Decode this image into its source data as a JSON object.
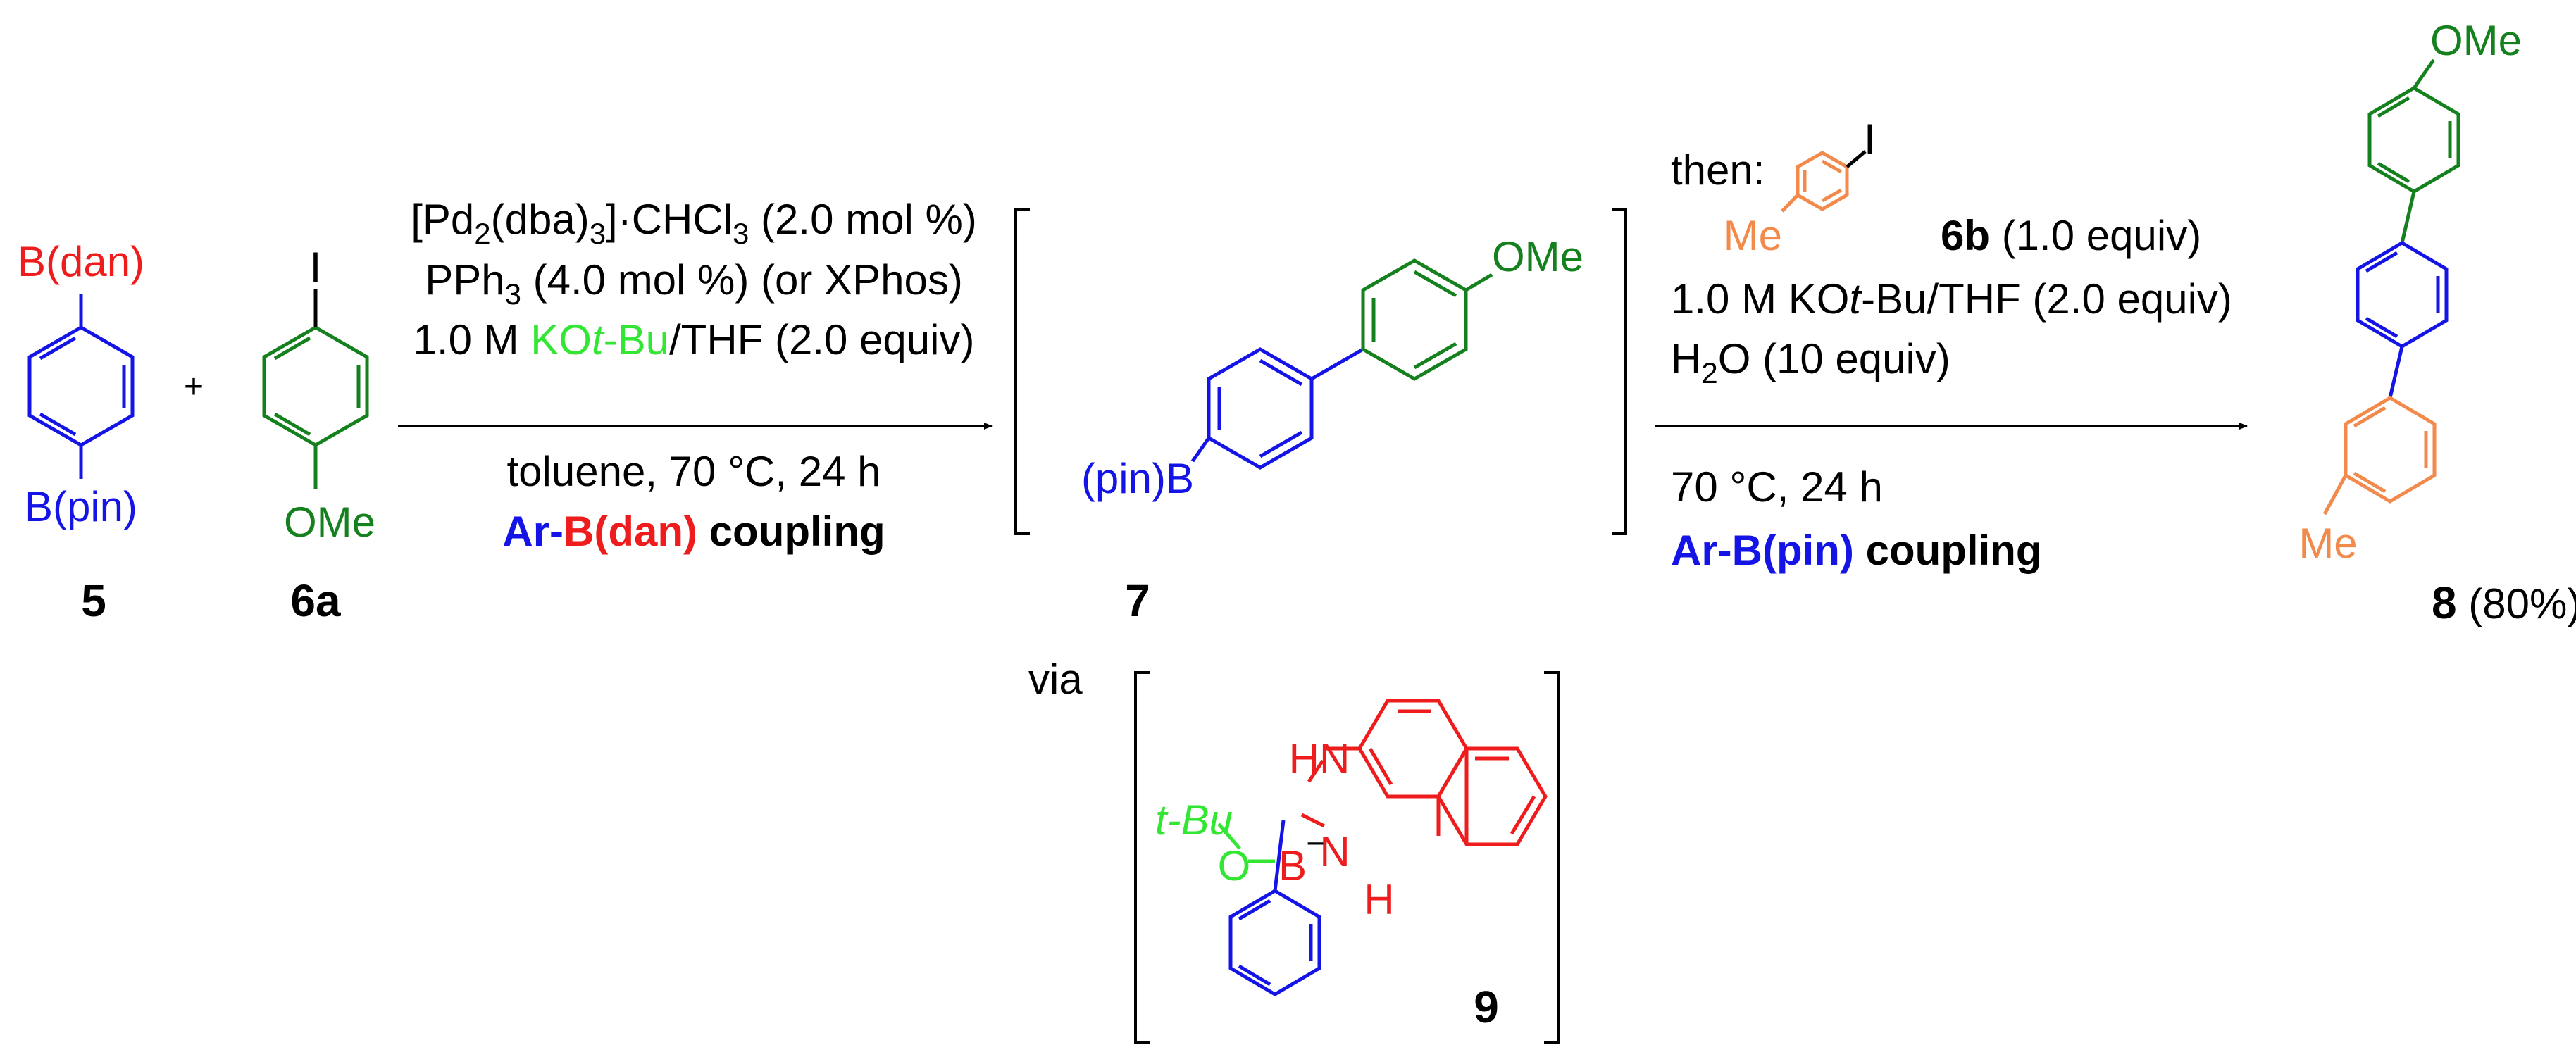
{
  "colors": {
    "red": "#ee1c1c",
    "blue": "#1414e6",
    "green": "#15801e",
    "lime": "#33e633",
    "orange": "#f28a4b",
    "black": "#000000"
  },
  "cmp5": {
    "top_group": "B(dan)",
    "bottom_group": "B(pin)",
    "label": "5"
  },
  "plus": "+",
  "cmp6a": {
    "top_group": "I",
    "bottom_group": "OMe",
    "label": "6a"
  },
  "cond1": {
    "line1_a": "[Pd",
    "line1_sub1": "2",
    "line1_b": "(dba)",
    "line1_sub2": "3",
    "line1_c": "]·CHCl",
    "line1_sub3": "3",
    "line1_d": " (2.0 mol %)",
    "line2_a": "PPh",
    "line2_sub": "3",
    "line2_b": " (4.0 mol %) (or XPhos)",
    "line3_a": "1.0 M ",
    "line3_b": "KO",
    "line3_c": "t",
    "line3_d": "-Bu",
    "line3_e": "/THF (2.0 equiv)",
    "line4": "toluene, 70 °C, 24 h",
    "line5_a": "Ar-",
    "line5_b": "B(dan)",
    "line5_c": " coupling"
  },
  "cmp7": {
    "left_group": "(pin)B",
    "right_group": "OMe",
    "label": "7"
  },
  "cond2": {
    "then": "then:",
    "iodo": "I",
    "me": "Me",
    "reagent_label": "6b",
    "reagent_amount": " (1.0 equiv)",
    "line2_a": "1.0 M KO",
    "line2_b": "t",
    "line2_c": "-Bu/THF (2.0 equiv)",
    "line3_a": "H",
    "line3_sub": "2",
    "line3_b": "O (10 equiv)",
    "line4": "70 °C, 24 h",
    "line5_a": "Ar-",
    "line5_b": "B(pin)",
    "line5_c": " coupling"
  },
  "cmp8": {
    "top_group": "OMe",
    "bottom_group": "Me",
    "label": "8",
    "yield": " (80%)"
  },
  "via": "via",
  "cmp9": {
    "tbu": "t-Bu",
    "o": "O",
    "b": "B",
    "charge": "–",
    "nh_top": "HN",
    "nh_bottom_n": "N",
    "nh_bottom_h": "H",
    "label": "9"
  }
}
